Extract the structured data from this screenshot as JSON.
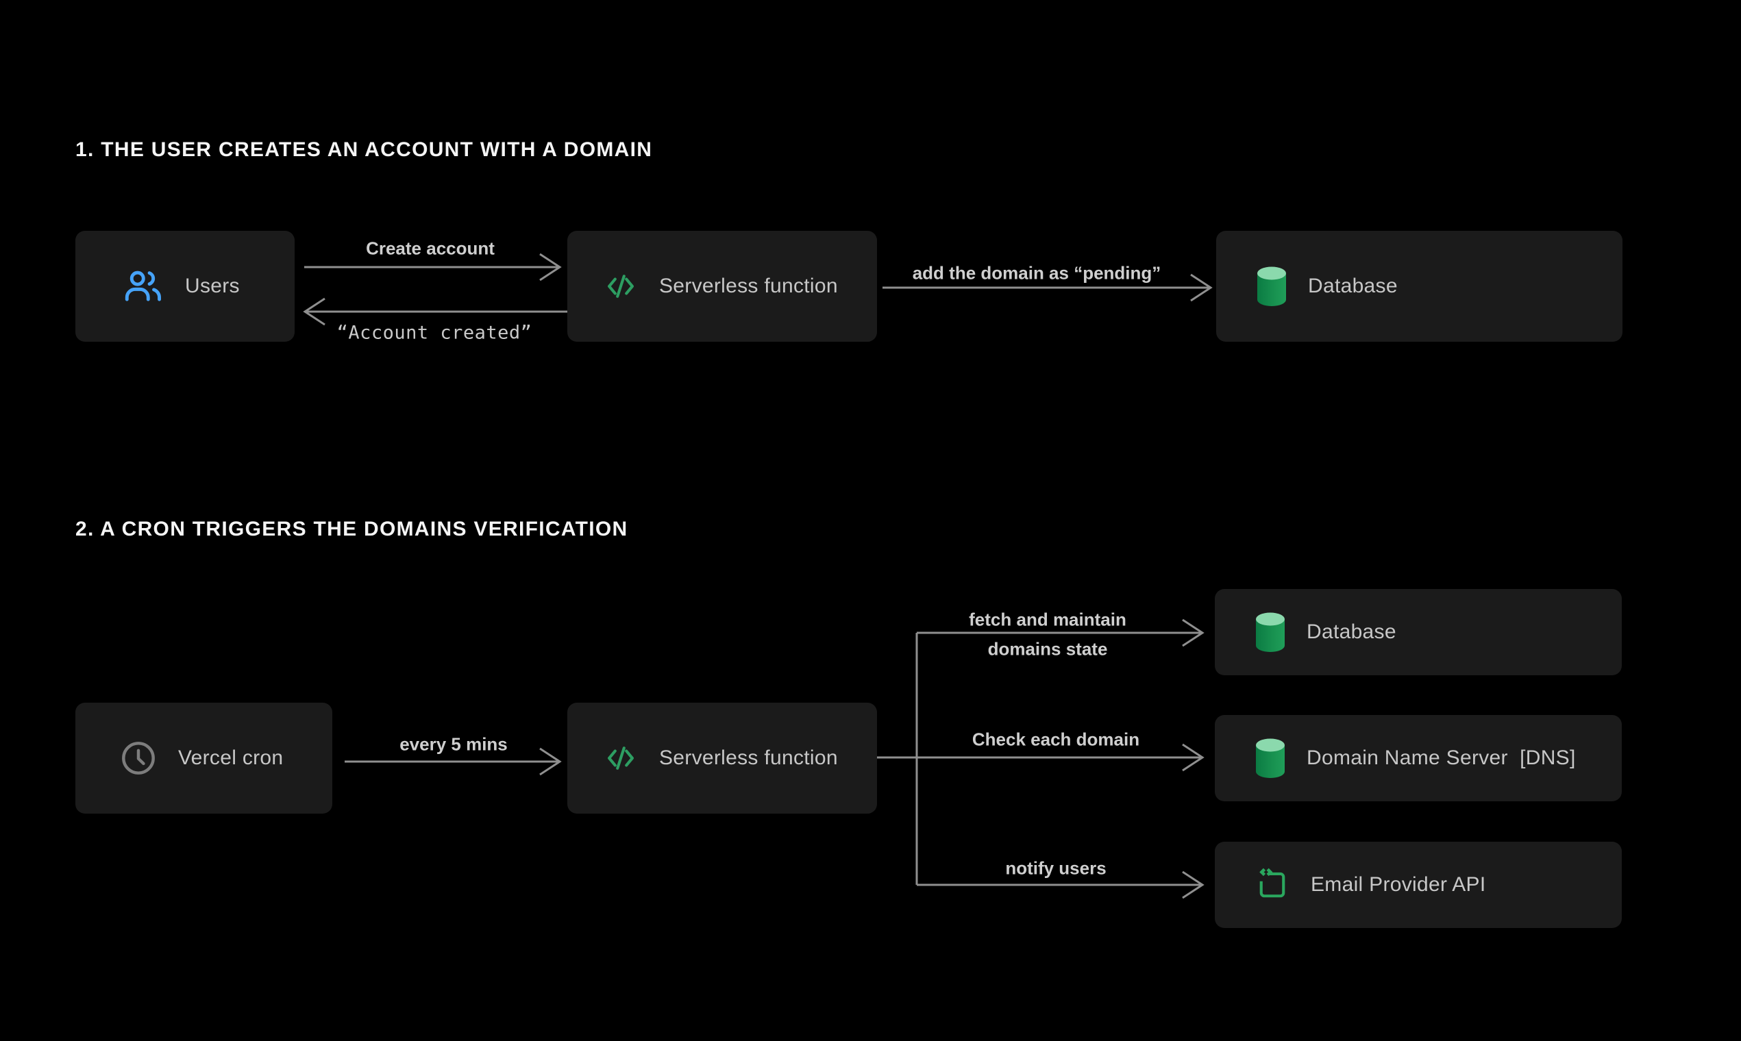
{
  "colors": {
    "background": "#000000",
    "box_bg": "#1b1b1b",
    "node_label": "#c7c7c7",
    "title": "#f5f5f5",
    "arrow": "#8f8f8f",
    "edge_label": "#cfcfcf",
    "users_blue": "#46a3f8",
    "code_green": "#2d9e62",
    "cylinder_top": "#8bd9ad",
    "cylinder_body_dark": "#0b7b43",
    "cylinder_body_light": "#209e59",
    "email_green": "#2aa75e",
    "clock_gray": "#7d7d7d"
  },
  "section1": {
    "title": "1. THE USER CREATES AN ACCOUNT WITH A DOMAIN",
    "nodes": {
      "users": {
        "label": "Users",
        "icon": "users-icon"
      },
      "serverless": {
        "label": "Serverless function",
        "icon": "code-icon"
      },
      "database": {
        "label": "Database",
        "icon": "database-icon"
      }
    },
    "edges": {
      "create_account": "Create account",
      "account_created": "“Account created”",
      "add_pending": "add the domain as “pending”"
    }
  },
  "section2": {
    "title": "2. A CRON TRIGGERS THE DOMAINS VERIFICATION",
    "nodes": {
      "vercel_cron": {
        "label": "Vercel cron",
        "icon": "clock-icon"
      },
      "serverless": {
        "label": "Serverless function",
        "icon": "code-icon"
      },
      "database": {
        "label": "Database",
        "icon": "database-icon"
      },
      "dns": {
        "label": "Domain Name Server  [DNS]",
        "icon": "database-icon"
      },
      "email": {
        "label": "Email Provider API",
        "icon": "email-api-icon"
      }
    },
    "edges": {
      "every_5_mins": "every 5 mins",
      "fetch_line1": "fetch and maintain",
      "fetch_line2": "domains state",
      "check_each_domain": "Check each domain",
      "notify_users": "notify users"
    }
  }
}
